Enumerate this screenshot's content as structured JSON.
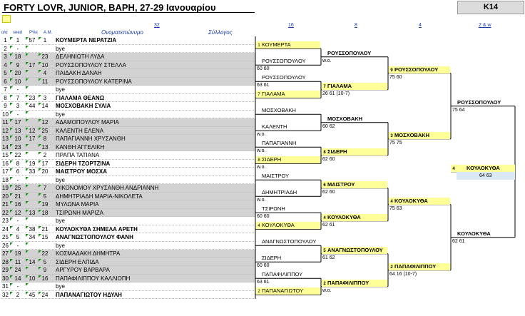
{
  "title": "FORTY LOVR, JUNIOR, ΒΑΡΗ, 27-29 Ιανουαρίου",
  "category": "K14",
  "col_headers": {
    "aa": "α/α",
    "seed": "seed",
    "rank": "Ρ%ε",
    "am": "Α.Μ.",
    "name": "Ονοματεπώνυμο",
    "club": "Σύλλογος"
  },
  "round_headers": [
    "32",
    "16",
    "8",
    "4",
    "2 & w"
  ],
  "players": [
    {
      "n": "1",
      "s": "1",
      "c1": "57",
      "c2": "1",
      "name": "ΚΟΥΜΕΡΤΑ ΝΕΡΑΤΖΙΑ",
      "bold": true
    },
    {
      "n": "2",
      "s": "-",
      "c1": "",
      "c2": "",
      "name": "bye",
      "bold": false
    },
    {
      "n": "3",
      "s": "18",
      "c1": "",
      "c2": "23",
      "name": "ΔΕΛΗΝΙΩΤΗ ΛΥΔΑ",
      "bold": false
    },
    {
      "n": "4",
      "s": "9",
      "c1": "17",
      "c2": "10",
      "name": "ΡΟΥΣΣΟΠΟΥΛΟΥ ΣΤΕΛΛΑ",
      "bold": false
    },
    {
      "n": "5",
      "s": "20",
      "c1": "",
      "c2": "4",
      "name": "ΠΑΙΔΑΚΗ ΔΑΝΑΗ",
      "bold": false
    },
    {
      "n": "6",
      "s": "10",
      "c1": "",
      "c2": "11",
      "name": "ΡΟΥΣΣΟΠΟΥΛΟΥ ΚΑΤΕΡΙΝΑ",
      "bold": false
    },
    {
      "n": "7",
      "s": "-",
      "c1": "",
      "c2": "",
      "name": "bye",
      "bold": false
    },
    {
      "n": "8",
      "s": "7",
      "c1": "23",
      "c2": "3",
      "name": "ΓΙΑΛΑΜΑ ΘΕΑΝΩ",
      "bold": true
    },
    {
      "n": "9",
      "s": "3",
      "c1": "44",
      "c2": "14",
      "name": "ΜΟΣΧΟΒΑΚΗ ΣΥΛΙΑ",
      "bold": true
    },
    {
      "n": "10",
      "s": "-",
      "c1": "",
      "c2": "",
      "name": "bye",
      "bold": false
    },
    {
      "n": "11",
      "s": "17",
      "c1": "",
      "c2": "12",
      "name": "ΑΔΑΜΟΠΟΥΛΟΥ ΜΑΡΙΑ",
      "bold": false
    },
    {
      "n": "12",
      "s": "13",
      "c1": "12",
      "c2": "25",
      "name": "ΚΑΛΕΝΤΗ ΕΛΕΝΑ",
      "bold": false
    },
    {
      "n": "13",
      "s": "10",
      "c1": "17",
      "c2": "8",
      "name": "ΠΑΠΑΓΙΑΝΝΗ ΧΡΥΣΑΝΘΗ",
      "bold": false
    },
    {
      "n": "14",
      "s": "23",
      "c1": "",
      "c2": "13",
      "name": "ΚΑΝΘΗ ΑΓΓΕΛΙΚΗ",
      "bold": false
    },
    {
      "n": "15",
      "s": "22",
      "c1": "",
      "c2": "2",
      "name": "ΠΡΑΠΑ ΤΑΤΙΑΝΑ",
      "bold": false
    },
    {
      "n": "16",
      "s": "8",
      "c1": "19",
      "c2": "17",
      "name": "ΣΙΔΕΡΗ ΤΖΟΡΤΖΙΝΑ",
      "bold": true
    },
    {
      "n": "17",
      "s": "6",
      "c1": "33",
      "c2": "20",
      "name": "ΜΑΙΣΤΡΟΥ ΜΟΣΧΑ",
      "bold": true
    },
    {
      "n": "18",
      "s": "-",
      "c1": "",
      "c2": "",
      "name": "bye",
      "bold": false
    },
    {
      "n": "19",
      "s": "25",
      "c1": "",
      "c2": "7",
      "name": "ΟΙΚΟΝΟΜΟΥ ΧΡΥΣΑΝΘΗ ΑΝΔΡΙΑΝΝΗ",
      "bold": false
    },
    {
      "n": "20",
      "s": "21",
      "c1": "",
      "c2": "5",
      "name": "ΔΗΜΗΤΡΙΑΔΗ ΜΑΡΙΑ-ΝΙΚΟΛΕΤΑ",
      "bold": false
    },
    {
      "n": "21",
      "s": "16",
      "c1": "",
      "c2": "19",
      "name": "ΜΥΛΩΝΑ ΜΑΡΙΑ",
      "bold": false
    },
    {
      "n": "22",
      "s": "12",
      "c1": "13",
      "c2": "18",
      "name": "ΤΣΙΡΩΝΗ ΜΑΡΙΖΑ",
      "bold": false
    },
    {
      "n": "23",
      "s": "-",
      "c1": "",
      "c2": "",
      "name": "bye",
      "bold": false
    },
    {
      "n": "24",
      "s": "4",
      "c1": "38",
      "c2": "21",
      "name": "ΚΟΥΛΟΚΥΘΑ ΣΗΜΕΛΑ ΑΡΕΤΗ",
      "bold": true
    },
    {
      "n": "25",
      "s": "5",
      "c1": "34",
      "c2": "15",
      "name": "ΑΝΑΓΝΩΣΤΟΠΟΥΛΟΥ ΦΑΝΗ",
      "bold": true
    },
    {
      "n": "26",
      "s": "-",
      "c1": "",
      "c2": "",
      "name": "bye",
      "bold": false
    },
    {
      "n": "27",
      "s": "19",
      "c1": "",
      "c2": "22",
      "name": "ΚΟΣΜΑΔΑΚΗ ΔΗΜΗΤΡΑ",
      "bold": false
    },
    {
      "n": "28",
      "s": "11",
      "c1": "14",
      "c2": "5",
      "name": "ΣΙΔΕΡΗ ΕΛΠΙΔΑ",
      "bold": false
    },
    {
      "n": "29",
      "s": "24",
      "c1": "",
      "c2": "9",
      "name": "ΑΡΓΥΡΟΥ ΒΑΡΒΑΡΑ",
      "bold": false
    },
    {
      "n": "30",
      "s": "14",
      "c1": "10",
      "c2": "16",
      "name": "ΠΑΠΑΦΙΛΙΠΠΟΥ ΚΑΛΛΙΟΠΗ",
      "bold": false
    },
    {
      "n": "31",
      "s": "-",
      "c1": "",
      "c2": "",
      "name": "bye",
      "bold": false
    },
    {
      "n": "32",
      "s": "2",
      "c1": "45",
      "c2": "24",
      "name": "ΠΑΠΑΝΑΓΙΩΤΟΥ ΗΔΥΛΗ",
      "bold": true
    }
  ],
  "r16": [
    {
      "seed": "1",
      "name": "ΚΟΥΜΕΡΤΑ",
      "score": ""
    },
    {
      "seed": "",
      "name": "ΡΟΥΣΣΟΠΟΥΛΟΥ",
      "score": "60 60"
    },
    {
      "seed": "",
      "name": "ΡΟΥΣΣΟΠΟΥΛΟΥ",
      "score": "63 61"
    },
    {
      "seed": "7",
      "name": "ΓΙΑΛΑΜΑ",
      "score": ""
    },
    {
      "seed": "",
      "name": "ΜΟΣΧΟΒΑΚΗ",
      "score": ""
    },
    {
      "seed": "",
      "name": "ΚΑΛΕΝΤΗ",
      "score": "w.o."
    },
    {
      "seed": "",
      "name": "ΠΑΠΑΓΙΑΝΝΗ",
      "score": "w.o."
    },
    {
      "seed": "8",
      "name": "ΣΙΔΕΡΗ",
      "score": "w.o."
    },
    {
      "seed": "",
      "name": "ΜΑΙΣΤΡΟΥ",
      "score": ""
    },
    {
      "seed": "",
      "name": "ΔΗΜΗΤΡΙΑΔΗ",
      "score": "w.o."
    },
    {
      "seed": "",
      "name": "ΤΣΙΡΩΝΗ",
      "score": "60 60"
    },
    {
      "seed": "4",
      "name": "ΚΟΥΛΟΚΥΘΑ",
      "score": ""
    },
    {
      "seed": "",
      "name": "ΑΝΑΓΝΩΣΤΟΠΟΥΛΟΥ",
      "score": ""
    },
    {
      "seed": "",
      "name": "ΣΙΔΕΡΗ",
      "score": "60 60"
    },
    {
      "seed": "",
      "name": "ΠΑΠΑΦΙΛΙΠΠΟΥ",
      "score": "63 61"
    },
    {
      "seed": "2",
      "name": "ΠΑΠΑΝΑΓΙΩΤΟΥ",
      "score": ""
    }
  ],
  "r8": [
    {
      "seed": "",
      "name": "ΡΟΥΣΣΟΠΟΥΛΟΥ",
      "score": "w.o."
    },
    {
      "seed": "7",
      "name": "ΓΙΑΛΑΜΑ",
      "score": "26 61 (10-7)"
    },
    {
      "seed": "",
      "name": "ΜΟΣΧΟΒΑΚΗ",
      "score": "60 62"
    },
    {
      "seed": "8",
      "name": "ΣΙΔΕΡΗ",
      "score": "62 60"
    },
    {
      "seed": "6",
      "name": "ΜΑΙΣΤΡΟΥ",
      "score": "62 60"
    },
    {
      "seed": "4",
      "name": "ΚΟΥΛΟΚΥΘΑ",
      "score": "62 61"
    },
    {
      "seed": "5",
      "name": "ΑΝΑΓΝΩΣΤΟΠΟΥΛΟΥ",
      "score": "61 62"
    },
    {
      "seed": "2",
      "name": "ΠΑΠΑΦΙΛΙΠΠΟΥ",
      "score": "w.o."
    }
  ],
  "qf": [
    {
      "seed": "9",
      "name": "ΡΟΥΣΣΟΠΟΥΛΟΥ",
      "score": "75 60"
    },
    {
      "seed": "3",
      "name": "ΜΟΣΧΟΒΑΚΗ",
      "score": "75 75"
    },
    {
      "seed": "4",
      "name": "ΚΟΥΛΟΚΥΘΑ",
      "score": "75 63"
    },
    {
      "seed": "2",
      "name": "ΠΑΠΑΦΙΛΙΠΠΟΥ",
      "score": "64 16 (10-7)"
    }
  ],
  "sf": [
    {
      "seed": "",
      "name": "ΡΟΥΣΣΟΠΟΥΛΟΥ",
      "score": "75 64"
    },
    {
      "seed": "",
      "name": "ΚΟΥΛΟΚΥΘΑ",
      "score": "62 61"
    }
  ],
  "final": {
    "seed": "4",
    "name": "ΚΟΥΛΟΚΥΘΑ",
    "score": "64 63"
  }
}
